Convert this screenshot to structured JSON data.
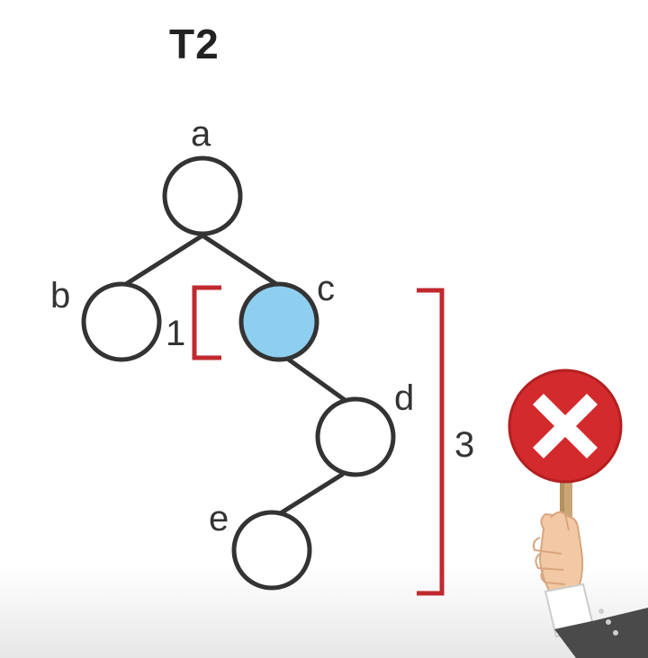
{
  "title": "T2",
  "tree": {
    "nodes": [
      {
        "id": "a",
        "label": "a",
        "highlighted": false
      },
      {
        "id": "b",
        "label": "b",
        "highlighted": false
      },
      {
        "id": "c",
        "label": "c",
        "highlighted": true
      },
      {
        "id": "d",
        "label": "d",
        "highlighted": false
      },
      {
        "id": "e",
        "label": "e",
        "highlighted": false
      }
    ],
    "edges": [
      {
        "from": "a",
        "to": "b"
      },
      {
        "from": "a",
        "to": "c"
      },
      {
        "from": "c",
        "to": "d"
      },
      {
        "from": "d",
        "to": "e"
      }
    ]
  },
  "heights": {
    "left_subtree": "1",
    "right_subtree": "3"
  },
  "sign": {
    "icon": "x-icon",
    "meaning": "rejected"
  },
  "colors": {
    "node_stroke": "#333333",
    "node_fill": "#ffffff",
    "highlight_fill": "#8ecff0",
    "bracket": "#c0292e",
    "sign_red": "#d32a2e",
    "stick": "#caa576"
  }
}
